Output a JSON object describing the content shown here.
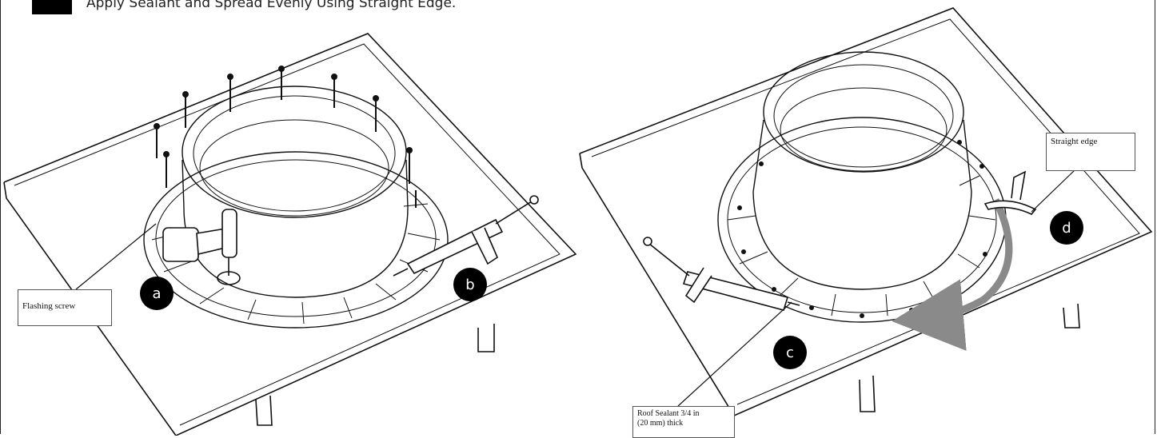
{
  "heading": "Apply Sealant and Spread Evenly Using Straight Edge.",
  "callouts": {
    "flashing_screw": "Flashing screw",
    "straight_edge": "Straight edge",
    "roof_sealant_line1": "Roof Sealant 3/4 in",
    "roof_sealant_line2": "(20 mm) thick"
  },
  "badges": {
    "a": "a",
    "b": "b",
    "c": "c",
    "d": "d"
  },
  "colors": {
    "ink": "#111111",
    "arrow": "#8a8a8a",
    "badge": "#000000"
  }
}
